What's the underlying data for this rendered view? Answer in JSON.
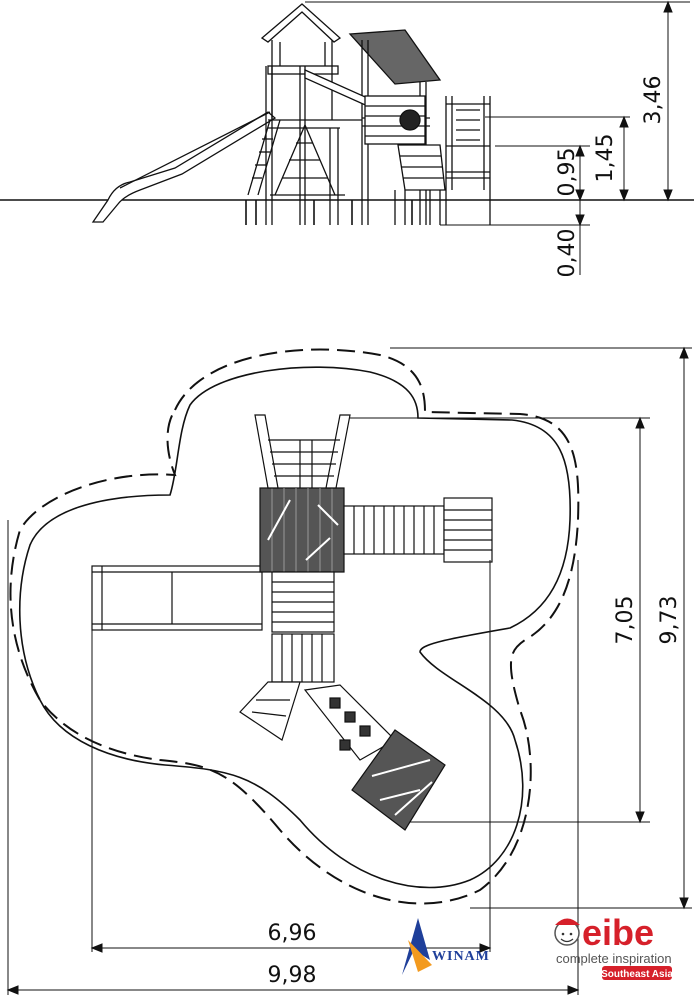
{
  "elevation": {
    "dimensions": {
      "total_height": "3,46",
      "deck_high": "1,45",
      "deck_low": "0,95",
      "foundation": "0,40"
    }
  },
  "plan": {
    "dimensions": {
      "width_inner": "6,96",
      "width_outer": "9,98",
      "depth_inner": "7,05",
      "depth_outer": "9,73"
    }
  },
  "branding": {
    "winam": "WINAM",
    "eibe": "eibe",
    "tagline": "complete inspiration",
    "region": "Southeast Asia",
    "colors": {
      "eibe_red": "#d6202a",
      "winam_blue": "#1f3f9a",
      "winam_orange": "#f39a1e"
    }
  }
}
